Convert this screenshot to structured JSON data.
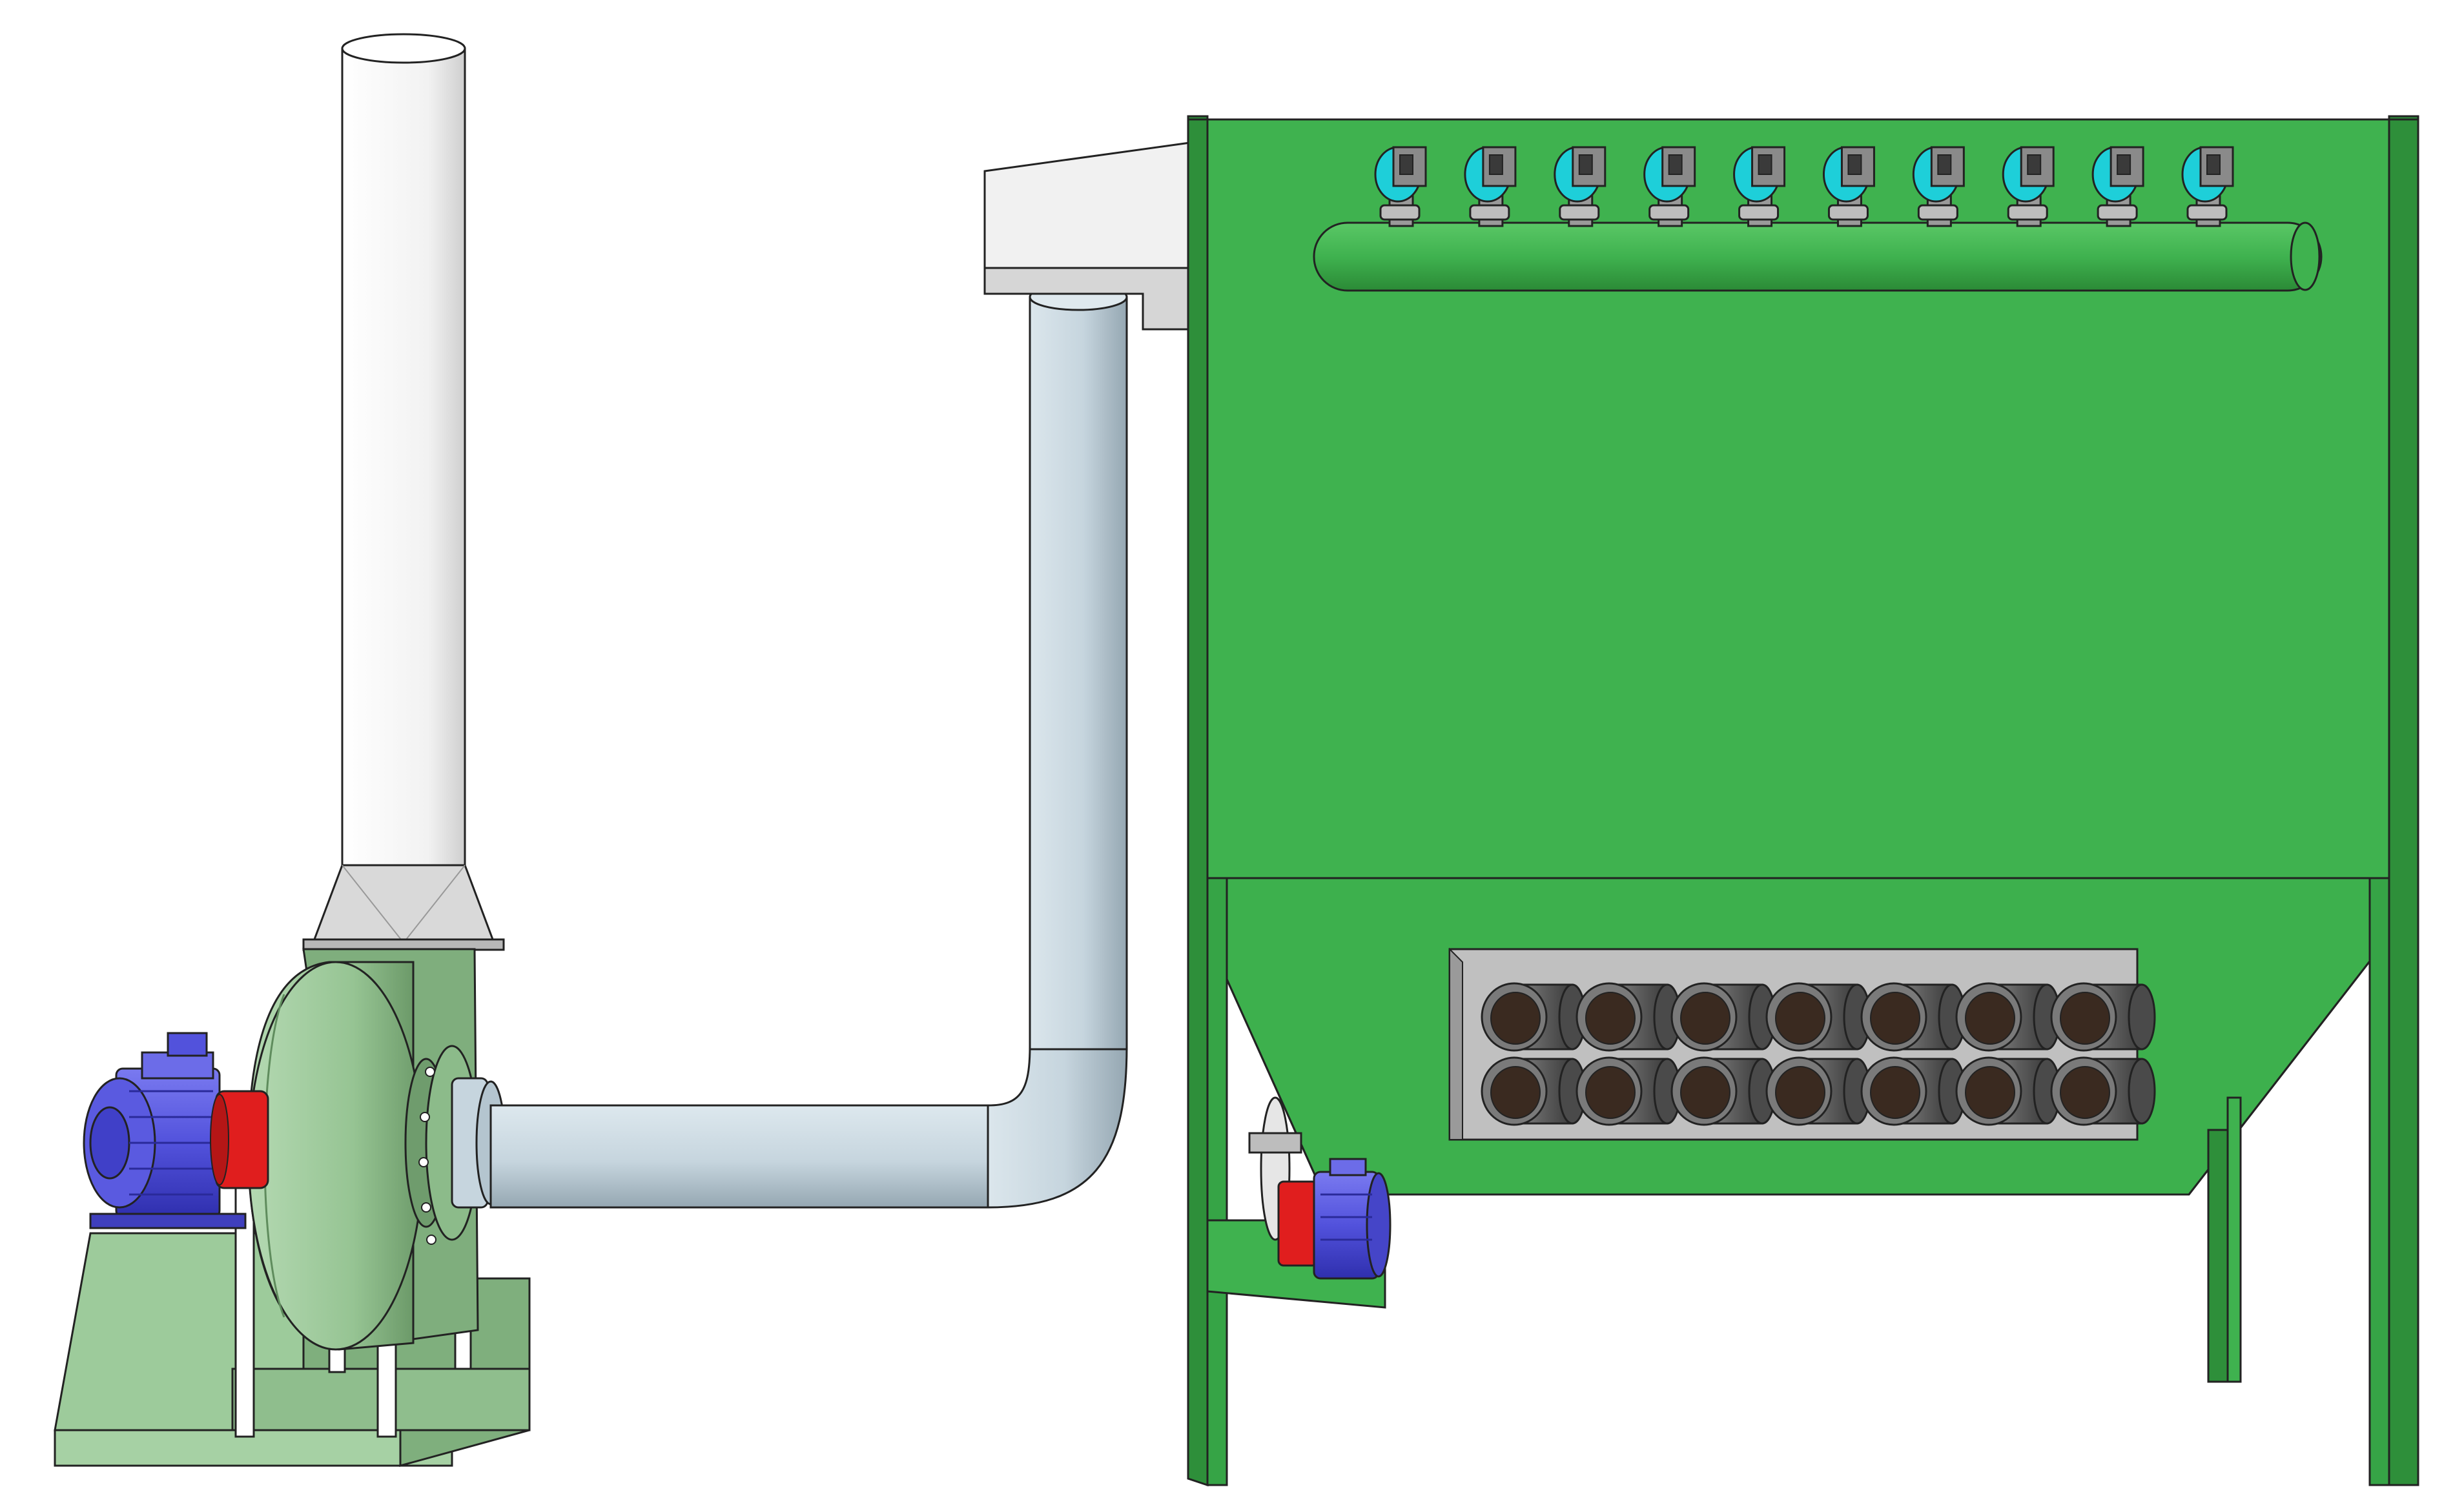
{
  "scene": {
    "colors": {
      "background": "#ffffff",
      "collector_body": "#3fb24f",
      "collector_dark": "#2e8f3a",
      "collector_outline": "#1f5a26",
      "duct": "#c9d8e0",
      "duct_shade": "#9fb1bc",
      "hood": "#e6e6e6",
      "stack": "#ffffff",
      "fan_housing": "#9cc89a",
      "fan_dark": "#6f9c6d",
      "base": "#a6d1a4",
      "motor": "#5757e0",
      "motor_dark": "#3535b8",
      "coupling": "#e01e1e",
      "valve_body": "#1ecfd9",
      "valve_head": "#8a8a8a",
      "hopper_panel": "#bfbfbf",
      "pipe_stub": "#6a6a6a",
      "pipe_inner": "#3a2a20",
      "outline": "#222222"
    },
    "pulse_valve_count": 10,
    "filter_rows": 2,
    "filters_per_row": 7,
    "icons": {
      "stack": "exhaust-stack-icon",
      "fan": "centrifugal-fan-icon",
      "fan_motor": "electric-motor-icon",
      "duct": "air-duct-icon",
      "collector": "dust-collector-icon",
      "valves": "pulse-valve-icon",
      "filters": "filter-cartridge-icon",
      "rotary_motor": "rotary-valve-motor-icon"
    }
  }
}
